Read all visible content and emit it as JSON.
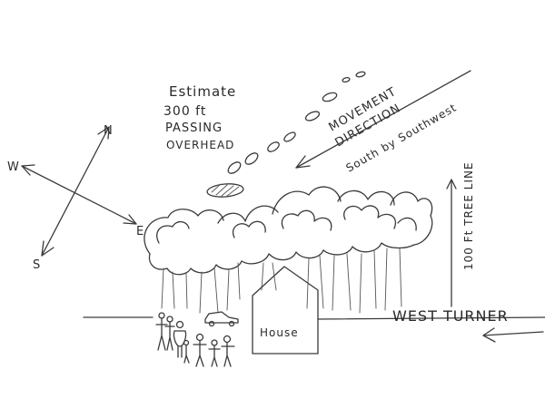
{
  "estimate": {
    "line1": "Estimate",
    "line2": "300 ft",
    "line3": "PASSING",
    "line4": "OVERHEAD"
  },
  "movement": {
    "line1": "MOVEMENT",
    "line2": "DIRECTION",
    "line3": "South by Southwest"
  },
  "compass": {
    "n": "N",
    "w": "W",
    "e": "E",
    "s": "S"
  },
  "house_label": "House",
  "road_label": "WEST TURNER",
  "treeline_label": "100 Ft TREE LINE"
}
